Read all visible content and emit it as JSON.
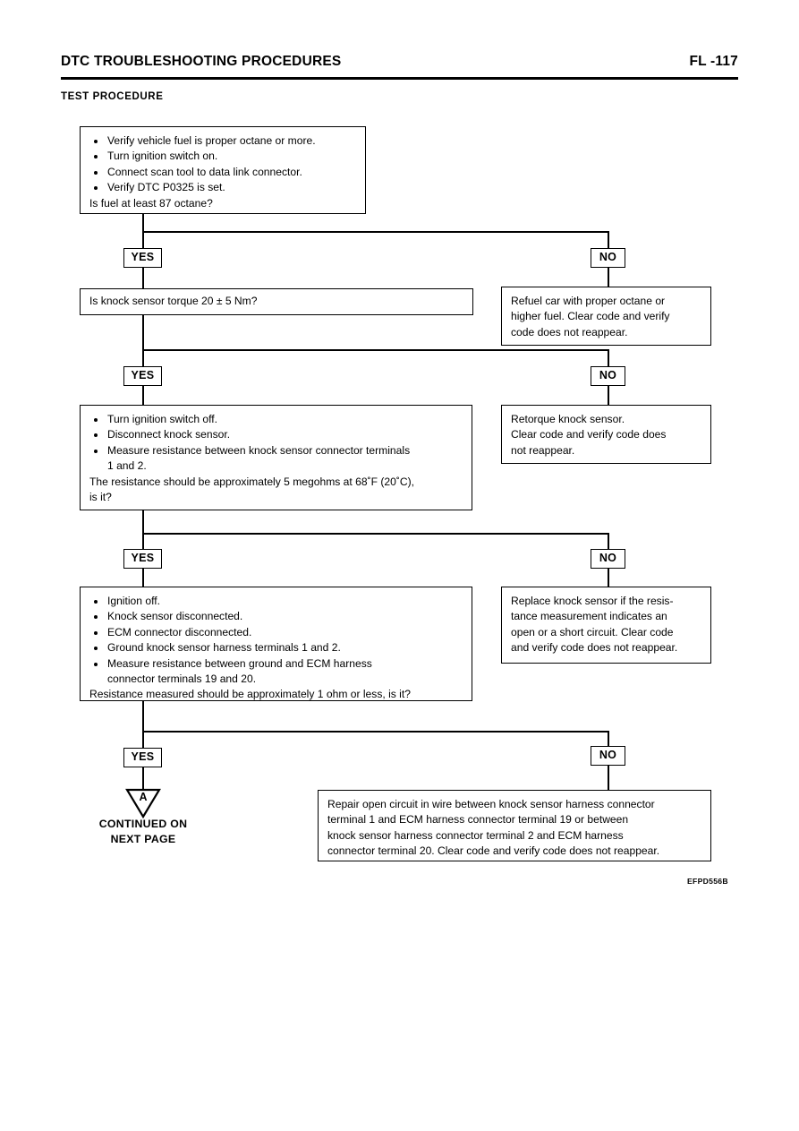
{
  "header": {
    "title": "DTC TROUBLESHOOTING PROCEDURES",
    "folio": "FL -117",
    "section_label": "TEST PROCEDURE"
  },
  "figure_code": "EFPD556B",
  "branch_labels": {
    "yes": "YES",
    "no": "NO"
  },
  "steps": [
    {
      "id": "step-1",
      "bullets": [
        "Verify vehicle fuel is proper octane or more.",
        "Turn ignition switch on.",
        "Connect scan tool to data link connector.",
        "Verify DTC P0325 is set."
      ],
      "question": "Is fuel at least 87 octane?"
    },
    {
      "id": "step-2",
      "bullets": [],
      "question": "Is knock sensor torque 20 ± 5 Nm?"
    },
    {
      "id": "step-3",
      "bullets": [
        "Turn ignition switch off.",
        "Disconnect knock sensor.",
        "Measure resistance between knock sensor connector terminals",
        "1 and 2."
      ],
      "question_line_1": "The resistance should be approximately 5 megohms at 68˚F (20˚C),",
      "question_line_2": "is it?"
    },
    {
      "id": "step-4",
      "bullets": [
        "Ignition off.",
        "Knock sensor disconnected.",
        "ECM connector disconnected.",
        "Ground knock sensor harness terminals 1 and 2.",
        "Measure resistance between ground and ECM harness",
        "connector terminals 19 and 20."
      ],
      "question": "Resistance measured should be approximately 1 ohm or less, is it?"
    }
  ],
  "outcomes": [
    {
      "id": "outcome-1",
      "lines": [
        "Refuel car with proper octane or",
        "higher fuel. Clear code and verify",
        "code does not reappear."
      ]
    },
    {
      "id": "outcome-2",
      "lines": [
        "Retorque knock sensor.",
        "Clear code and verify code does",
        "not reappear."
      ]
    },
    {
      "id": "outcome-3",
      "lines": [
        "Replace knock sensor if the resis-",
        "tance measurement indicates an",
        "open or a short circuit. Clear code",
        "and verify code does not reappear."
      ]
    },
    {
      "id": "outcome-4",
      "lines": [
        "Repair open circuit in wire between knock sensor harness connector",
        "terminal 1 and ECM harness connector terminal 19 or between",
        "knock sensor harness connector terminal 2 and ECM harness",
        "connector terminal 20. Clear code and verify code does not reappear."
      ]
    }
  ],
  "continue_marker": {
    "letter": "A",
    "line_1": "CONTINUED ON",
    "line_2": "NEXT PAGE"
  }
}
